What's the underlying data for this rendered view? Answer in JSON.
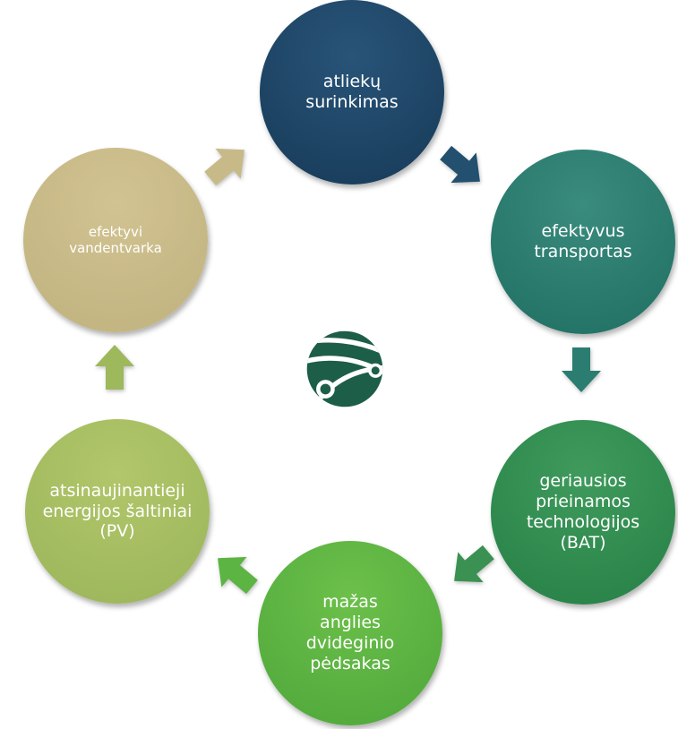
{
  "nodes": [
    {
      "label": "atliekų\nsurinkimas"
    },
    {
      "label": "efektyvus\ntransportas"
    },
    {
      "label": "geriausios\nprieinamos\ntechnologijos\n(BAT)"
    },
    {
      "label": "mažas\nanglies\ndvideginio\npėdsakas"
    },
    {
      "label": "atsinaujinantieji\nenergijos šaltiniai\n(PV)"
    },
    {
      "label": "efektyvi\nvandentvarka"
    }
  ],
  "colors": {
    "node_1": "#1e4a6a",
    "node_2": "#2a7d70",
    "node_3": "#318c50",
    "node_4": "#5cb443",
    "node_5": "#a6bd62",
    "node_6": "#c8ba88",
    "logo": "#1d5e48"
  },
  "icons": {
    "center": "globe-logo-icon",
    "arrows": "cycle-arrow-icon"
  }
}
